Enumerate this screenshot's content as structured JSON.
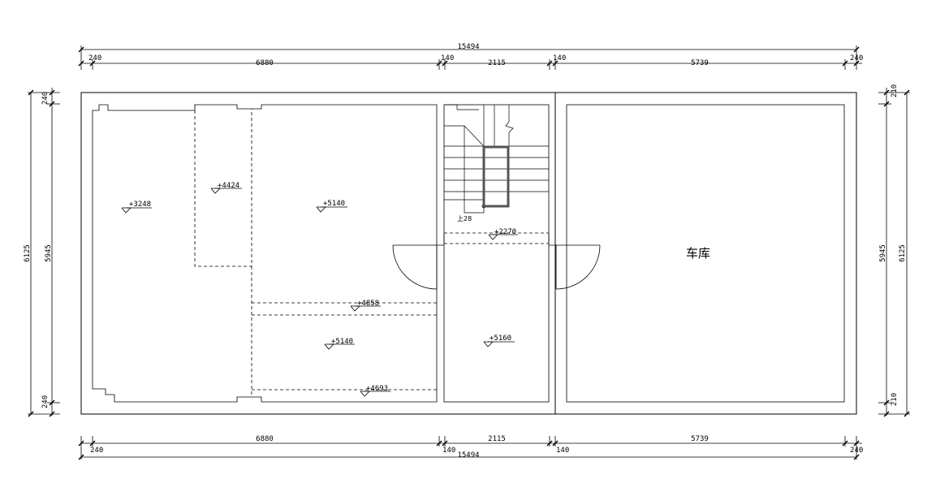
{
  "dimensions": {
    "top_total": "15494",
    "top_segments": [
      "240",
      "6880",
      "140",
      "2115",
      "140",
      "5739",
      "240"
    ],
    "bottom_total": "15494",
    "bottom_segments": [
      "240",
      "6880",
      "140",
      "2115",
      "140",
      "5739",
      "240"
    ],
    "left_total": "6125",
    "left_inner": "5945",
    "left_top": "240",
    "left_bottom": "240",
    "right_total": "6125",
    "right_inner": "5945",
    "right_top": "210",
    "right_bottom": "210"
  },
  "levels": {
    "l1": "+3248",
    "l2": "+4424",
    "l3": "+5140",
    "l4": "+2270",
    "l5": "+4858",
    "l6": "+5140",
    "l7": "+5160",
    "l8": "+4693"
  },
  "stair_label": "上28",
  "garage_label": "车库"
}
